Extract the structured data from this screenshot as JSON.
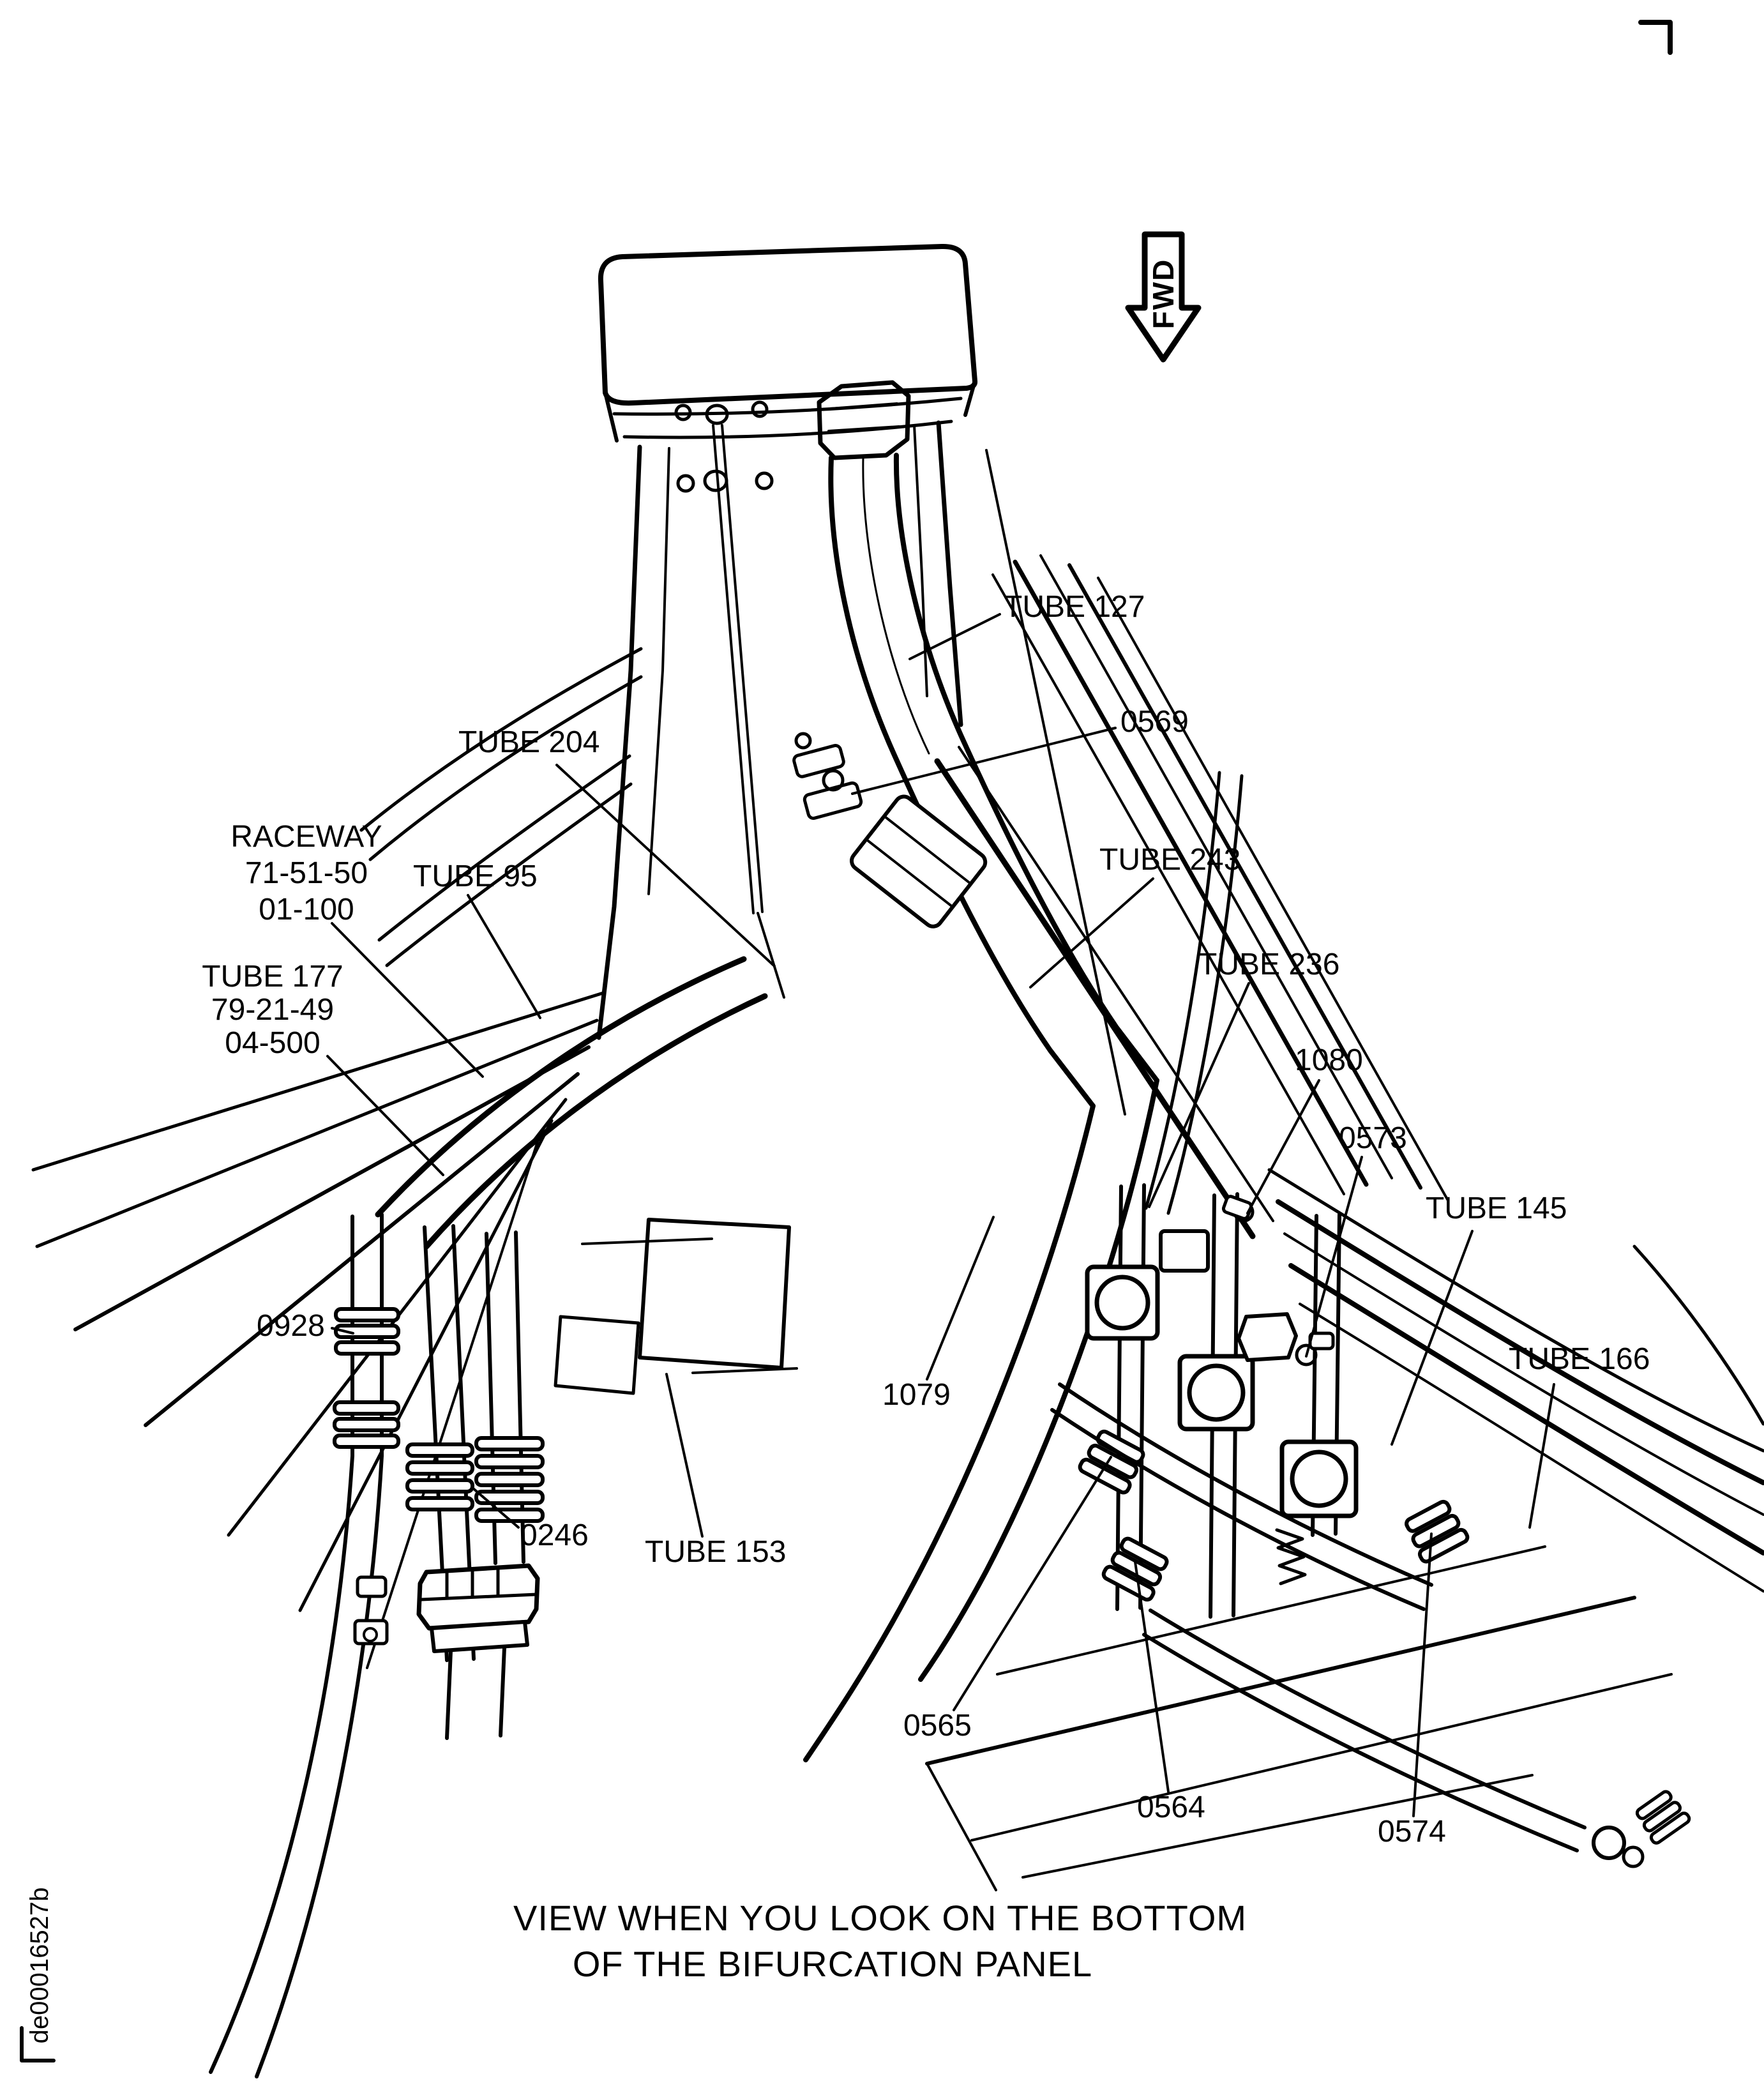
{
  "figure": {
    "type": "technical-illustration",
    "fwd_arrow_label": "FWD",
    "doc_code": "de00016527b",
    "caption_line1": "VIEW WHEN YOU LOOK ON THE BOTTOM",
    "caption_line2": "OF THE BIFURCATION PANEL",
    "callouts": {
      "tube127": "TUBE 127",
      "clamp0569": "0569",
      "tube204": "TUBE 204",
      "raceway1": "RACEWAY",
      "raceway2": "71-51-50",
      "raceway3": "01-100",
      "tube95": "TUBE 95",
      "tube177_1": "TUBE 177",
      "tube177_2": "79-21-49",
      "tube177_3": "04-500",
      "tube243": "TUBE 243",
      "tube236": "TUBE 236",
      "item1080": "1080",
      "item0573": "0573",
      "tube145": "TUBE 145",
      "tube166": "TUBE 166",
      "item0928": "0928",
      "item0246": "0246",
      "tube153": "TUBE 153",
      "item1079": "1079",
      "item0565": "0565",
      "item0564": "0564",
      "item0574": "0574"
    }
  }
}
